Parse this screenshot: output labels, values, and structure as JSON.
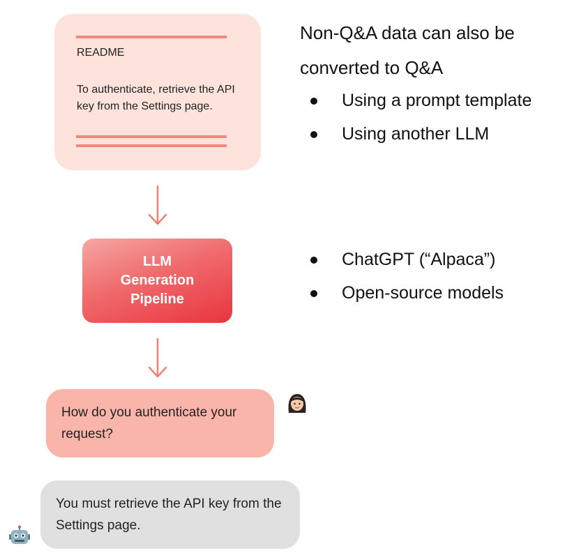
{
  "readme": {
    "title": "README",
    "body": "To authenticate, retrieve the API key from the Settings page."
  },
  "pipeline": {
    "line1": "LLM",
    "line2": "Generation",
    "line3": "Pipeline"
  },
  "chat": {
    "user_message": "How do you authenticate your request?",
    "bot_message": "You must retrieve the API key from the Settings page.",
    "user_avatar_icon": "woman-face-icon",
    "bot_avatar_icon": "robot-face-icon"
  },
  "side": {
    "intro_line1": "Non-Q&A data can also be",
    "intro_line2": "converted to Q&A",
    "bullets_top": [
      "Using a prompt template",
      "Using another LLM"
    ],
    "bullets_bottom": [
      "ChatGPT (“Alpaca”)",
      "Open-source models"
    ]
  },
  "colors": {
    "card_bg": "#fde3dc",
    "accent": "#f4897b",
    "pipeline_red": "#e8353e",
    "user_bubble": "#f9b5a9",
    "bot_bubble": "#e0e0e0"
  }
}
